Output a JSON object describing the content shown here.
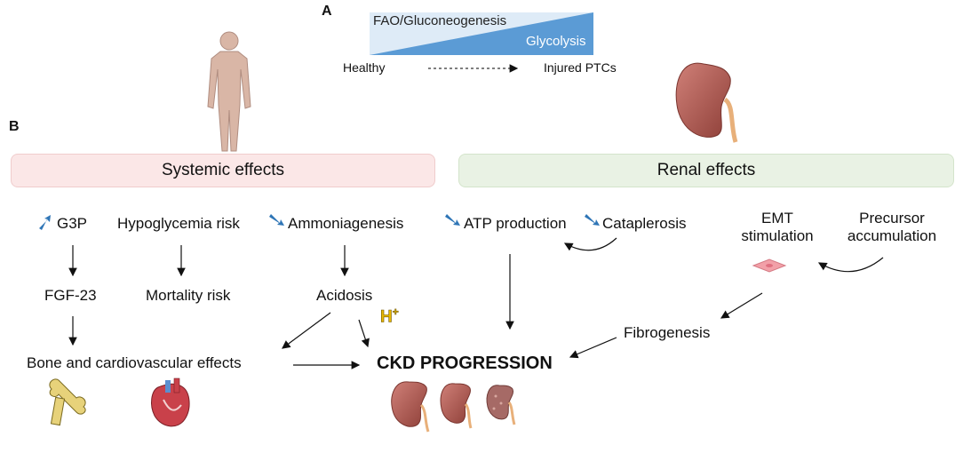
{
  "panel_a": {
    "letter": "A",
    "top_label": "FAO/Gluconeogenesis",
    "bottom_label": "Glycolysis",
    "left_state": "Healthy",
    "right_state": "Injured  PTCs"
  },
  "panel_b": {
    "letter": "B",
    "systemic_header": "Systemic effects",
    "renal_header": "Renal effects",
    "g3p": "G3P",
    "hypoglycemia": "Hypoglycemia  risk",
    "ammoniagenesis": "Ammoniagenesis",
    "fgf23": "FGF-23",
    "mortality": "Mortality risk",
    "acidosis": "Acidosis",
    "h_plus": "H",
    "h_plus_sup": "+",
    "bone_cardio": "Bone and cardiovascular effects",
    "atp": "ATP production",
    "cataplerosis": "Cataplerosis",
    "emt_line1": "EMT",
    "emt_line2": "stimulation",
    "precursor_line1": "Precursor",
    "precursor_line2": "accumulation",
    "fibrogenesis": "Fibrogenesis",
    "ckd": "CKD PROGRESSION"
  },
  "colors": {
    "trend_arrow": "#2e75b6",
    "gradient_dark": "#5b9bd5",
    "gradient_light": "#deebf7",
    "systemic_fill": "#fbe7e7",
    "renal_fill": "#e9f2e4",
    "kidney": "#b35a52",
    "h_plus": "#e8b800"
  }
}
